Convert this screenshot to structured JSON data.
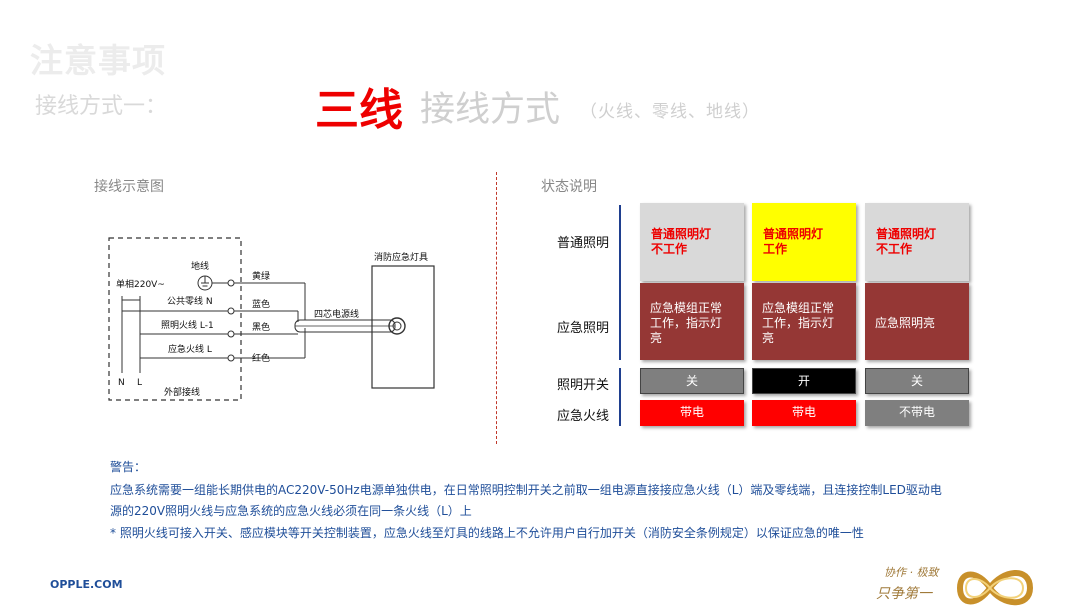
{
  "header": {
    "title": "注意事项",
    "subtitle": "接线方式一：",
    "mode_red": "三线",
    "mode_gray": "接线方式",
    "mode_paren": "（火线、零线、地线）"
  },
  "sections": {
    "diagram_label": "接线示意图",
    "status_label": "状态说明"
  },
  "diagram": {
    "supply": "单相220V~",
    "ground_label": "地线",
    "neutral_label": "公共零线 N",
    "lighting_live": "照明火线 L-1",
    "emergency_live": "应急火线 L",
    "n_mark": "N",
    "l_mark": "L",
    "external": "外部接线",
    "wire_colors": [
      "黄绿",
      "蓝色",
      "黑色",
      "红色"
    ],
    "cable": "四芯电源线",
    "fixture": "消防应急灯具"
  },
  "status": {
    "row_labels": {
      "normal": "普通照明",
      "emergency": "应急照明",
      "switch": "照明开关",
      "fire": "应急火线"
    },
    "columns": [
      {
        "normal_l1": "普通照明灯",
        "normal_l2": "不工作",
        "emer_l1": "应急模组正常",
        "emer_l2": "工作，指示灯",
        "emer_l3": "亮",
        "switch": "关",
        "fire": "带电"
      },
      {
        "normal_l1": "普通照明灯",
        "normal_l2": "工作",
        "emer_l1": "应急模组正常",
        "emer_l2": "工作，指示灯",
        "emer_l3": "亮",
        "switch": "开",
        "fire": "带电"
      },
      {
        "normal_l1": "普通照明灯",
        "normal_l2": "不工作",
        "emer_l1": "应急照明亮",
        "switch": "关",
        "fire": "不带电"
      }
    ]
  },
  "warning": {
    "title": "警告：",
    "line1": "应急系统需要一组能长期供电的AC220V-50Hz电源单独供电，在日常照明控制开关之前取一组电源直接接应急火线（L）端及零线端，且连接控制LED驱动电",
    "line2": "源的220V照明火线与应急系统的应急火线必须在同一条火线（L）上",
    "line3": "* 照明火线可接入开关、感应模块等开关控制装置，应急火线至灯具的线路上不允许用户自行加开关（消防安全条例规定）以保证应急的唯一性"
  },
  "footer": {
    "brand_url": "OPPLE.COM",
    "slogan_1": "协作 · 极致",
    "slogan_2": "只争第一"
  },
  "colors": {
    "accent_red": "#ee0000",
    "emergency_brown": "#953735",
    "highlight_yellow": "#ffff00",
    "text_blue": "#1f4e99"
  }
}
